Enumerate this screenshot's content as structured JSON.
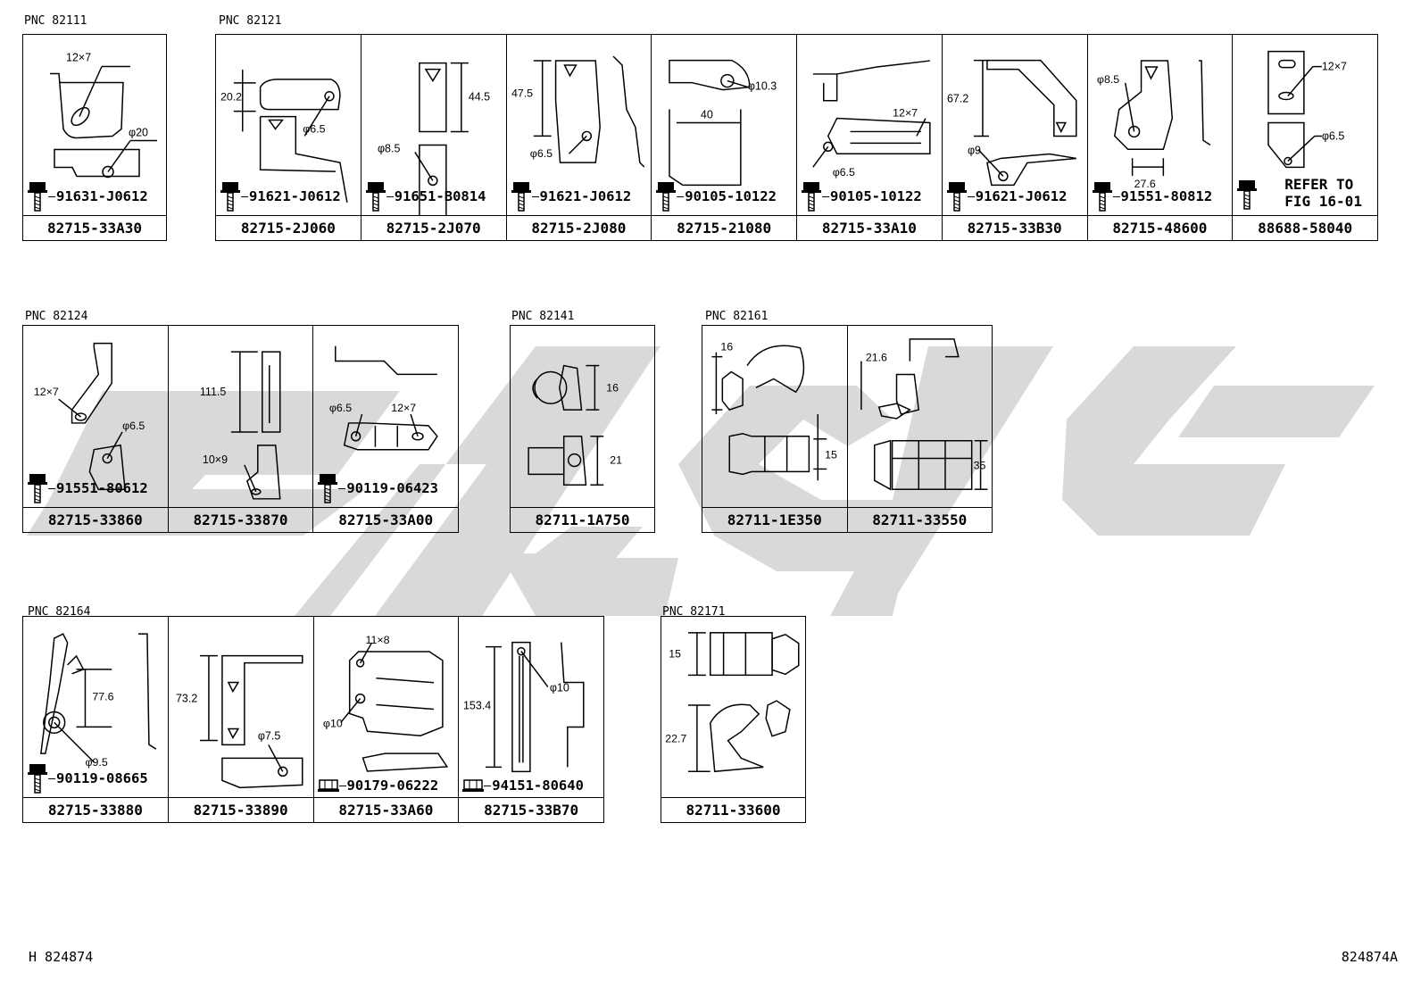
{
  "colors": {
    "watermark": "#d9d9d9",
    "line": "#000000",
    "background": "#ffffff"
  },
  "groups": [
    {
      "pnc": "PNC 82111",
      "cells": [
        {
          "part": "82715-33A30",
          "fastener": "91631-J0612",
          "dims": [
            "12×7",
            "φ20"
          ]
        }
      ]
    },
    {
      "pnc": "PNC 82121",
      "cells": [
        {
          "part": "82715-2J060",
          "fastener": "91621-J0612",
          "dims": [
            "20.2",
            "φ6.5"
          ]
        },
        {
          "part": "82715-2J070",
          "fastener": "91651-B0814",
          "dims": [
            "44.5",
            "φ8.5"
          ]
        },
        {
          "part": "82715-2J080",
          "fastener": "91621-J0612",
          "dims": [
            "47.5",
            "φ6.5"
          ]
        },
        {
          "part": "82715-21080",
          "fastener": "90105-10122",
          "dims": [
            "φ10.3",
            "40"
          ]
        },
        {
          "part": "82715-33A10",
          "fastener": "90105-10122",
          "dims": [
            "12×7",
            "φ6.5"
          ]
        },
        {
          "part": "82715-33B30",
          "fastener": "91621-J0612",
          "dims": [
            "67.2",
            "φ9"
          ]
        },
        {
          "part": "82715-48600",
          "fastener": "91551-80812",
          "dims": [
            "φ8.5",
            "27.6"
          ]
        },
        {
          "part": "88688-58040",
          "refer": "REFER TO\nFIG 16-01",
          "dims": [
            "12×7",
            "φ6.5"
          ]
        }
      ]
    },
    {
      "pnc": "PNC 82124",
      "cells": [
        {
          "part": "82715-33860",
          "fastener": "91551-80612",
          "dims": [
            "12×7",
            "φ6.5"
          ]
        },
        {
          "part": "82715-33870",
          "dims": [
            "111.5",
            "10×9"
          ]
        },
        {
          "part": "82715-33A00",
          "fastener": "90119-06423",
          "dims": [
            "φ6.5",
            "12×7"
          ]
        }
      ]
    },
    {
      "pnc": "PNC 82141",
      "cells": [
        {
          "part": "82711-1A750",
          "dims": [
            "16",
            "21"
          ]
        }
      ]
    },
    {
      "pnc": "PNC 82161",
      "cells": [
        {
          "part": "82711-1E350",
          "dims": [
            "16",
            "15"
          ]
        },
        {
          "part": "82711-33550",
          "dims": [
            "21.6",
            "35"
          ]
        }
      ]
    },
    {
      "pnc": "PNC 82164",
      "cells": [
        {
          "part": "82715-33880",
          "fastener": "90119-08665",
          "dims": [
            "77.6",
            "φ9.5"
          ]
        },
        {
          "part": "82715-33890",
          "dims": [
            "73.2",
            "φ7.5"
          ]
        },
        {
          "part": "82715-33A60",
          "fastener": "90179-06222",
          "dims": [
            "11×8",
            "φ10"
          ]
        },
        {
          "part": "82715-33B70",
          "fastener": "94151-80640",
          "dims": [
            "153.4",
            "φ10"
          ]
        }
      ]
    },
    {
      "pnc": "PNC 82171",
      "cells": [
        {
          "part": "82711-33600",
          "dims": [
            "15",
            "22.7"
          ]
        }
      ]
    }
  ],
  "footer": {
    "left": "H 824874",
    "right": "824874A"
  }
}
